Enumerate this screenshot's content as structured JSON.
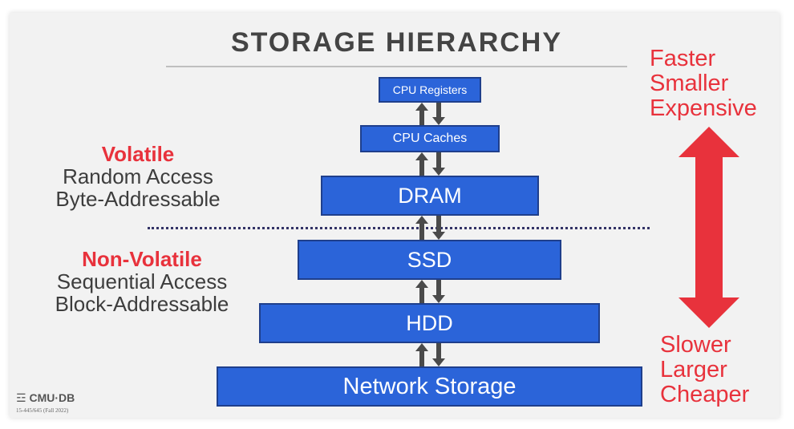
{
  "title": "STORAGE HIERARCHY",
  "tiers": [
    {
      "label": "CPU Registers"
    },
    {
      "label": "CPU Caches"
    },
    {
      "label": "DRAM"
    },
    {
      "label": "SSD"
    },
    {
      "label": "HDD"
    },
    {
      "label": "Network Storage"
    }
  ],
  "volatile": {
    "heading": "Volatile",
    "line1": "Random Access",
    "line2": "Byte-Addressable"
  },
  "non_volatile": {
    "heading": "Non-Volatile",
    "line1": "Sequential Access",
    "line2": "Block-Addressable"
  },
  "top_attributes": {
    "line1": "Faster",
    "line2": "Smaller",
    "line3": "Expensive"
  },
  "bottom_attributes": {
    "line1": "Slower",
    "line2": "Larger",
    "line3": "Cheaper"
  },
  "footer": {
    "logo": "CMU·DB",
    "course": "15-445/645 (Fall 2022)"
  },
  "colors": {
    "box": "#2b64d9",
    "accent_red": "#e8323c",
    "arrow_gray": "#4a4a4a"
  }
}
